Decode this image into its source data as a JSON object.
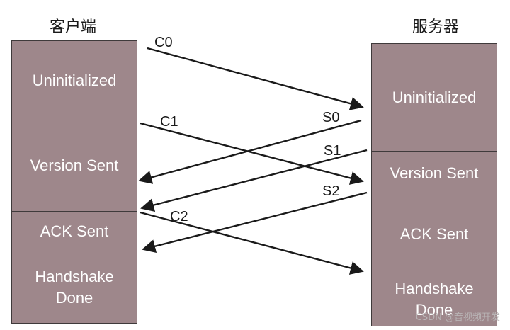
{
  "client": {
    "title": "客户端",
    "states": [
      {
        "label": "Uninitialized"
      },
      {
        "label": "Version Sent"
      },
      {
        "label": "ACK Sent"
      },
      {
        "label": "Handshake\nDone"
      }
    ]
  },
  "server": {
    "title": "服务器",
    "states": [
      {
        "label": "Uninitialized"
      },
      {
        "label": "Version Sent"
      },
      {
        "label": "ACK Sent"
      },
      {
        "label": "Handshake\nDone"
      }
    ]
  },
  "messages": [
    {
      "label": "C0",
      "direction": "client-to-server"
    },
    {
      "label": "C1",
      "direction": "client-to-server"
    },
    {
      "label": "S0",
      "direction": "server-to-client"
    },
    {
      "label": "S1",
      "direction": "server-to-client"
    },
    {
      "label": "S2",
      "direction": "server-to-client"
    },
    {
      "label": "C2",
      "direction": "client-to-server"
    }
  ],
  "colors": {
    "state_fill": "#9e878b",
    "state_border": "#3f3a3b",
    "arrow": "#1a1a1a"
  },
  "watermark": "CSDN @音视频开发"
}
